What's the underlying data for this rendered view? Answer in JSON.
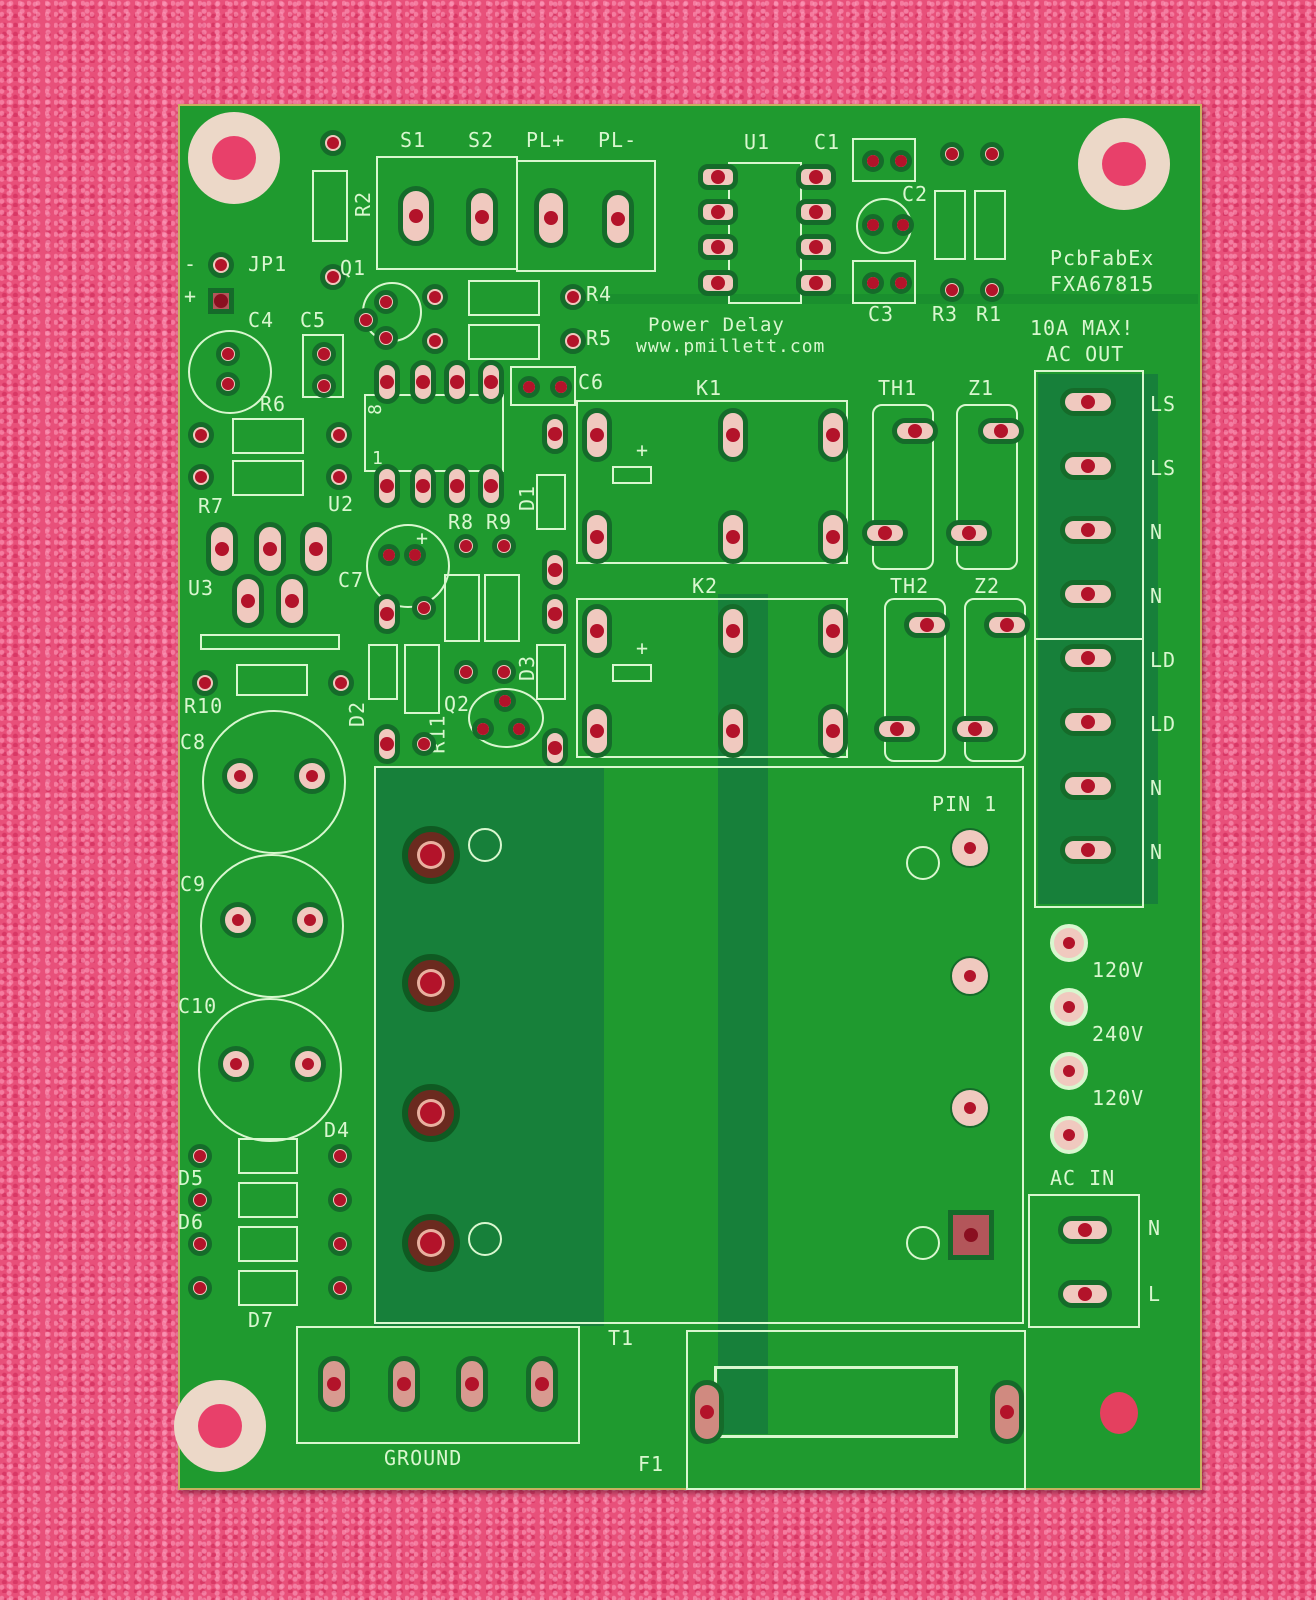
{
  "background": {
    "surface_color": "#e8507a",
    "description": "pink anti-static foam"
  },
  "board": {
    "color": "#1f9a2f",
    "silkscreen_color": "#d9f7cf",
    "title": "Power Delay",
    "website": "www.pmillett.com",
    "fab_id_line1": "PcbFabEx",
    "fab_id_line2": "FXA67815",
    "warning_line1": "10A MAX!",
    "warning_line2": "AC OUT"
  },
  "connectors": {
    "top": {
      "labels": [
        "S1",
        "S2",
        "PL+",
        "PL-"
      ]
    },
    "ac_out": {
      "pins": [
        "LS",
        "LS",
        "N",
        "N",
        "LD",
        "LD",
        "N",
        "N"
      ]
    },
    "voltage_select": {
      "labels": [
        "120V",
        "240V",
        "120V"
      ]
    },
    "ac_in": {
      "title": "AC IN",
      "pins": [
        "N",
        "L"
      ]
    },
    "ground": {
      "label": "GROUND"
    }
  },
  "refdes": {
    "R1": "R1",
    "R2": "R2",
    "R3": "R3",
    "R4": "R4",
    "R5": "R5",
    "R6": "R6",
    "R7": "R7",
    "R8": "R8",
    "R9": "R9",
    "R10": "R10",
    "R11": "R11",
    "C1": "C1",
    "C2": "C2",
    "C3": "C3",
    "C4": "C4",
    "C5": "C5",
    "C6": "C6",
    "C7": "C7",
    "C8": "C8",
    "C9": "C9",
    "C10": "C10",
    "D1": "D1",
    "D2": "D2",
    "D3": "D3",
    "D4": "D4",
    "D5": "D5",
    "D6": "D6",
    "D7": "D7",
    "Q1": "Q1",
    "Q2": "Q2",
    "U1": "U1",
    "U2": "U2",
    "U3": "U3",
    "K1": "K1",
    "K2": "K2",
    "TH1": "TH1",
    "TH2": "TH2",
    "Z1": "Z1",
    "Z2": "Z2",
    "JP1": "JP1",
    "T1": "T1",
    "F1": "F1",
    "pin1": "PIN 1",
    "jp_minus": "-",
    "jp_plus": "+",
    "u2_pin8": "8",
    "u2_pin1": "1",
    "polarity_plus": "+"
  }
}
